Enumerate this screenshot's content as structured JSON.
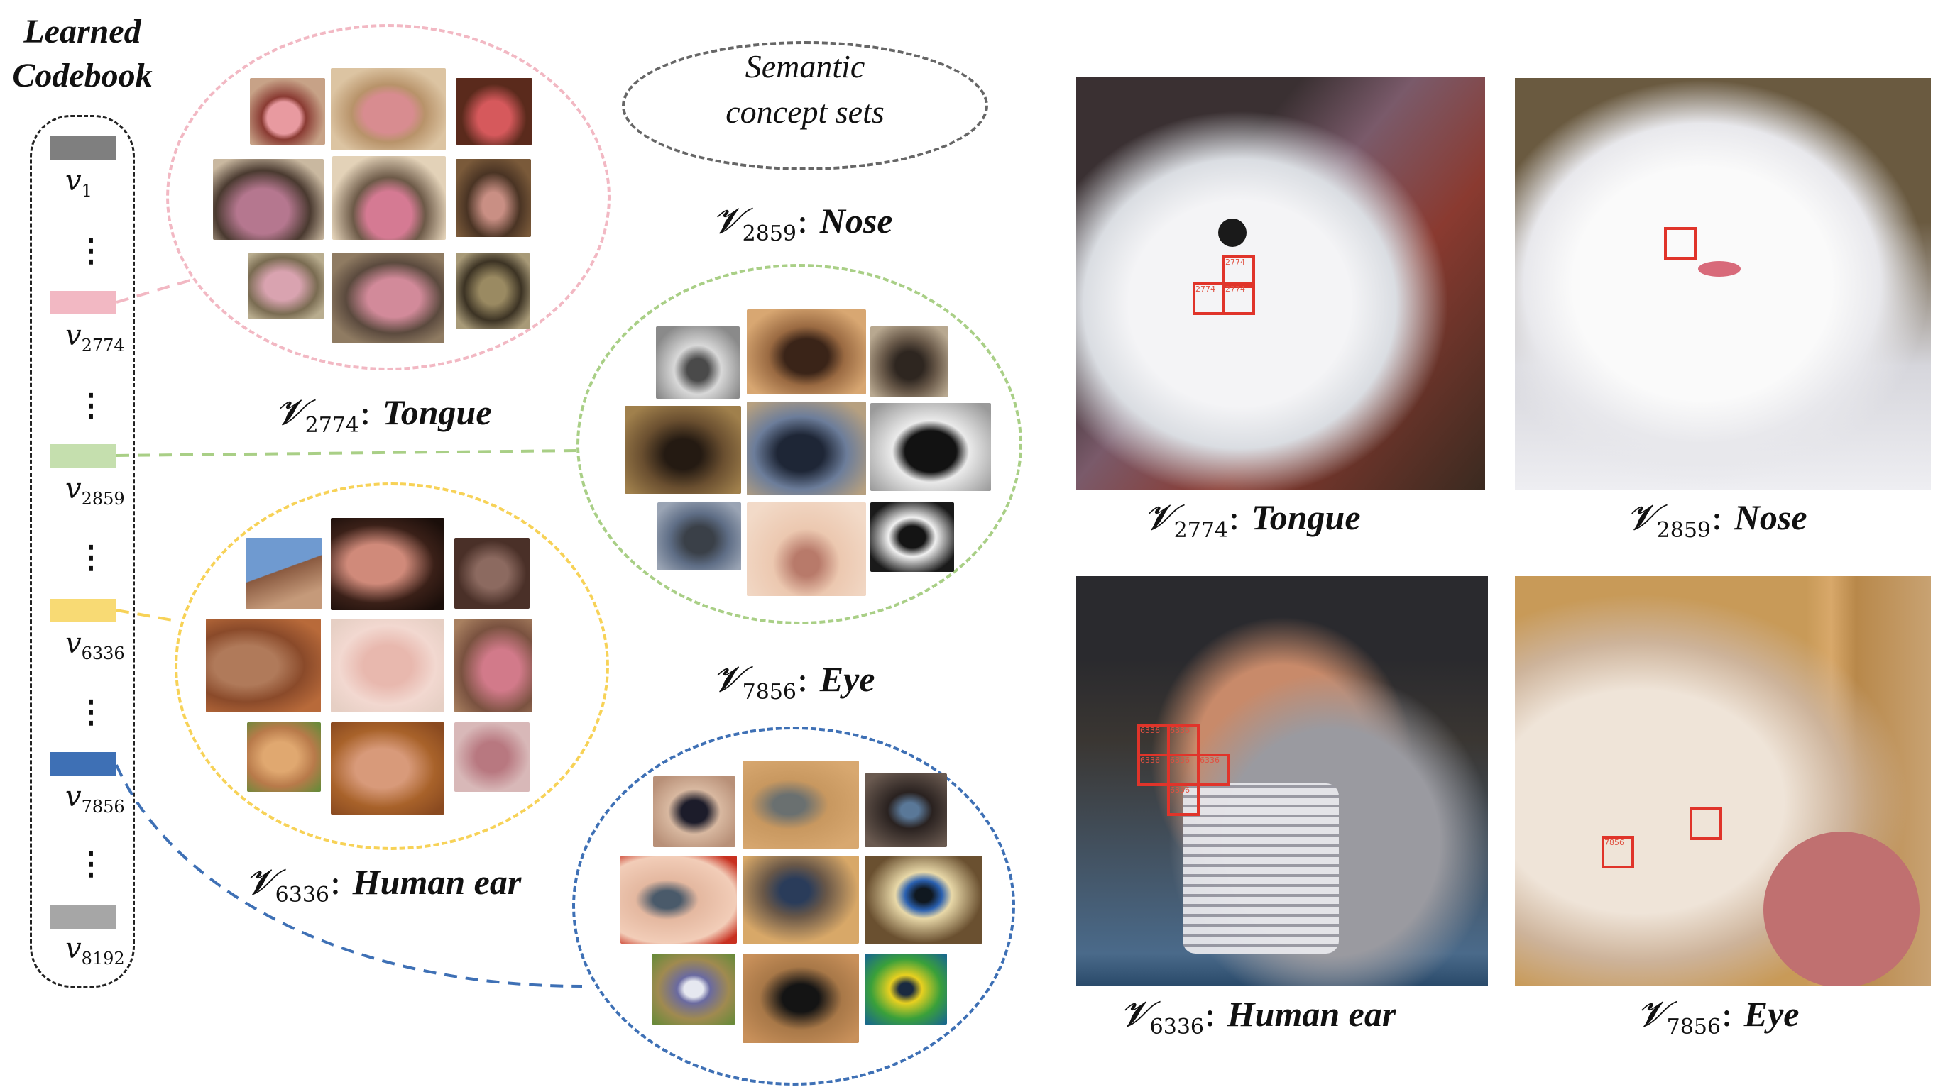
{
  "codebook": {
    "title_line1": "Learned",
    "title_line2": "Codebook",
    "codes": [
      {
        "var": "v",
        "sub": "1",
        "color": "#7f7f7f"
      },
      {
        "var": "v",
        "sub": "2774",
        "color": "#f2b8c3"
      },
      {
        "var": "v",
        "sub": "2859",
        "color": "#c5dfae"
      },
      {
        "var": "v",
        "sub": "6336",
        "color": "#f8da74"
      },
      {
        "var": "v",
        "sub": "7856",
        "color": "#3e70b5"
      },
      {
        "var": "v",
        "sub": "8192",
        "color": "#a6a6a6"
      }
    ],
    "ellipsis": "⋮"
  },
  "semantic_sets": {
    "line1": "Semantic",
    "line2": "concept sets"
  },
  "clusters": {
    "tongue": {
      "var": "𝓥",
      "sub": "2774",
      "name": "Tongue",
      "color": "#f2b8c3"
    },
    "nose": {
      "var": "𝓥",
      "sub": "2859",
      "name": "Nose",
      "color": "#a9cf86"
    },
    "ear": {
      "var": "𝓥",
      "sub": "6336",
      "name": "Human ear",
      "color": "#f7d257"
    },
    "eye": {
      "var": "𝓥",
      "sub": "7856",
      "name": "Eye",
      "color": "#3e70b5"
    }
  },
  "photos": {
    "tongue": {
      "var": "𝓥",
      "sub": "2774",
      "name": "Tongue",
      "box_labels": [
        "2774",
        "2774",
        "2774"
      ]
    },
    "nose": {
      "var": "𝓥",
      "sub": "2859",
      "name": "Nose"
    },
    "ear": {
      "var": "𝓥",
      "sub": "6336",
      "name": "Human ear",
      "box_labels": [
        "6336",
        "6336",
        "6336",
        "6336",
        "6336",
        "6336"
      ]
    },
    "eye": {
      "var": "𝓥",
      "sub": "7856",
      "name": "Eye",
      "box_labels": [
        "7856"
      ]
    }
  },
  "colors": {
    "box_red": "#e0342a"
  }
}
